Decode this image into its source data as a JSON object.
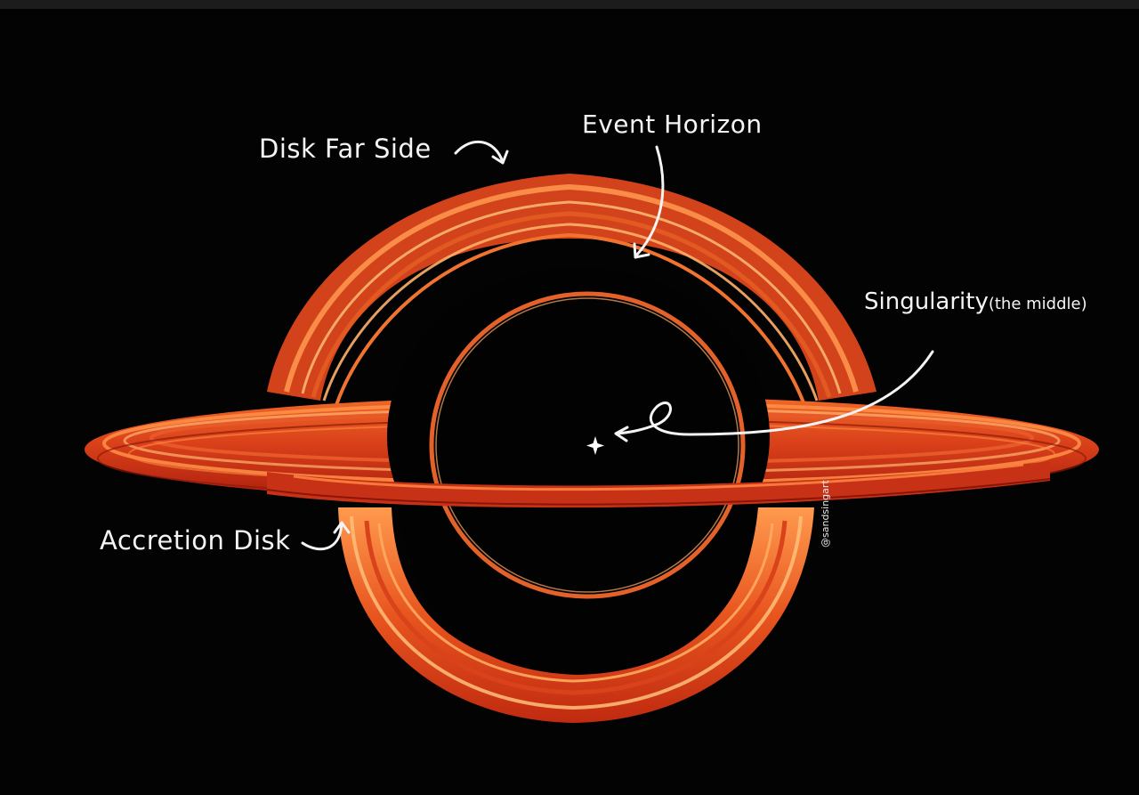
{
  "labels": {
    "disk_far_side": "Disk Far Side",
    "event_horizon": "Event Horizon",
    "singularity": "Singularity",
    "singularity_note": "(the middle)",
    "accretion_disk": "Accretion Disk",
    "credit": "@sandsingart"
  },
  "colors": {
    "background": "#030303",
    "disk_dark": "#b3200e",
    "disk_mid": "#e5501e",
    "disk_light": "#ffa55a",
    "annotation": "#f4f4f4"
  },
  "icons": {
    "singularity_marker": "four-point-sparkle"
  }
}
